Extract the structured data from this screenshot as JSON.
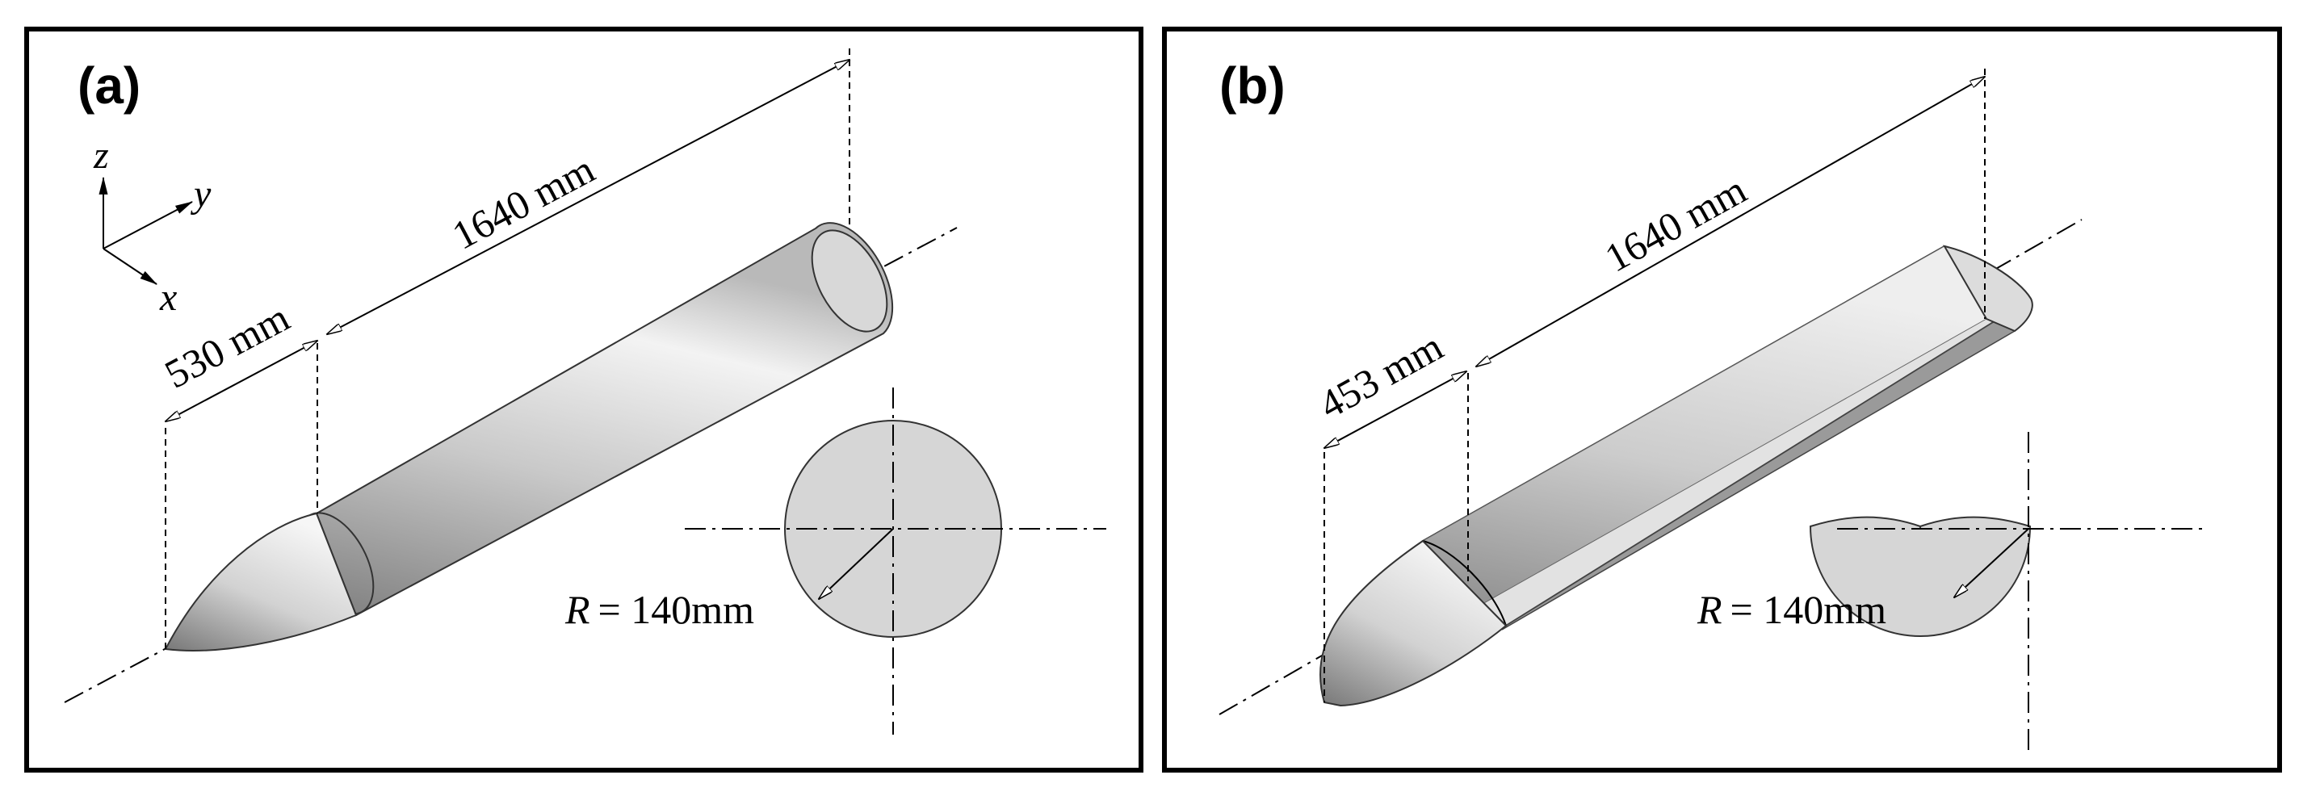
{
  "panels": [
    {
      "label": "(a)",
      "axes": {
        "z": "z",
        "y": "y",
        "x": "x"
      },
      "dimensions": {
        "nose_length": "530 mm",
        "body_length": "1640 mm"
      },
      "section": {
        "shape": "full-circle",
        "radius_symbol": "R",
        "radius_value": "= 140mm"
      }
    },
    {
      "label": "(b)",
      "dimensions": {
        "nose_length": "453 mm",
        "body_length": "1640 mm"
      },
      "section": {
        "shape": "half-circle",
        "radius_symbol": "R",
        "radius_value": "= 140mm"
      }
    }
  ],
  "colors": {
    "frame": "#000000",
    "body_light": "#f4f4f4",
    "body_mid": "#cfcfcf",
    "body_dark": "#8c8c8c",
    "section_fill": "#d6d6d6"
  }
}
